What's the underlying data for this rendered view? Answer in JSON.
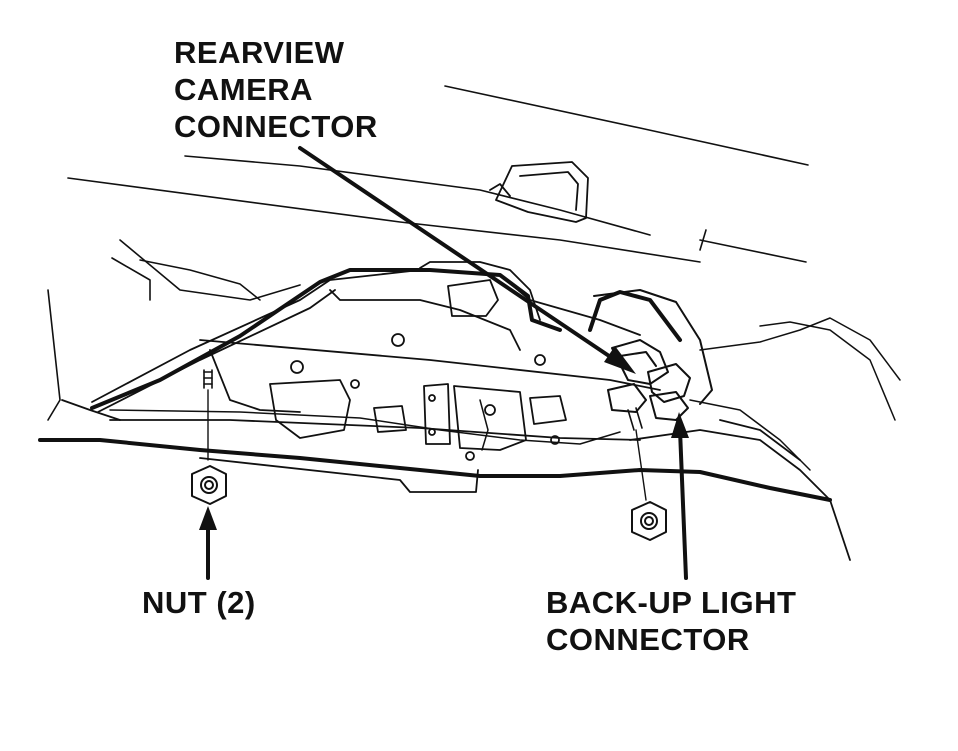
{
  "labels": {
    "rearview_camera_connector": [
      "REARVIEW",
      "CAMERA",
      "CONNECTOR"
    ],
    "nut": [
      "NUT (2)"
    ],
    "backup_light_connector": [
      "BACK-UP LIGHT",
      "CONNECTOR"
    ]
  },
  "colors": {
    "ink": "#111111",
    "background": "#ffffff"
  }
}
